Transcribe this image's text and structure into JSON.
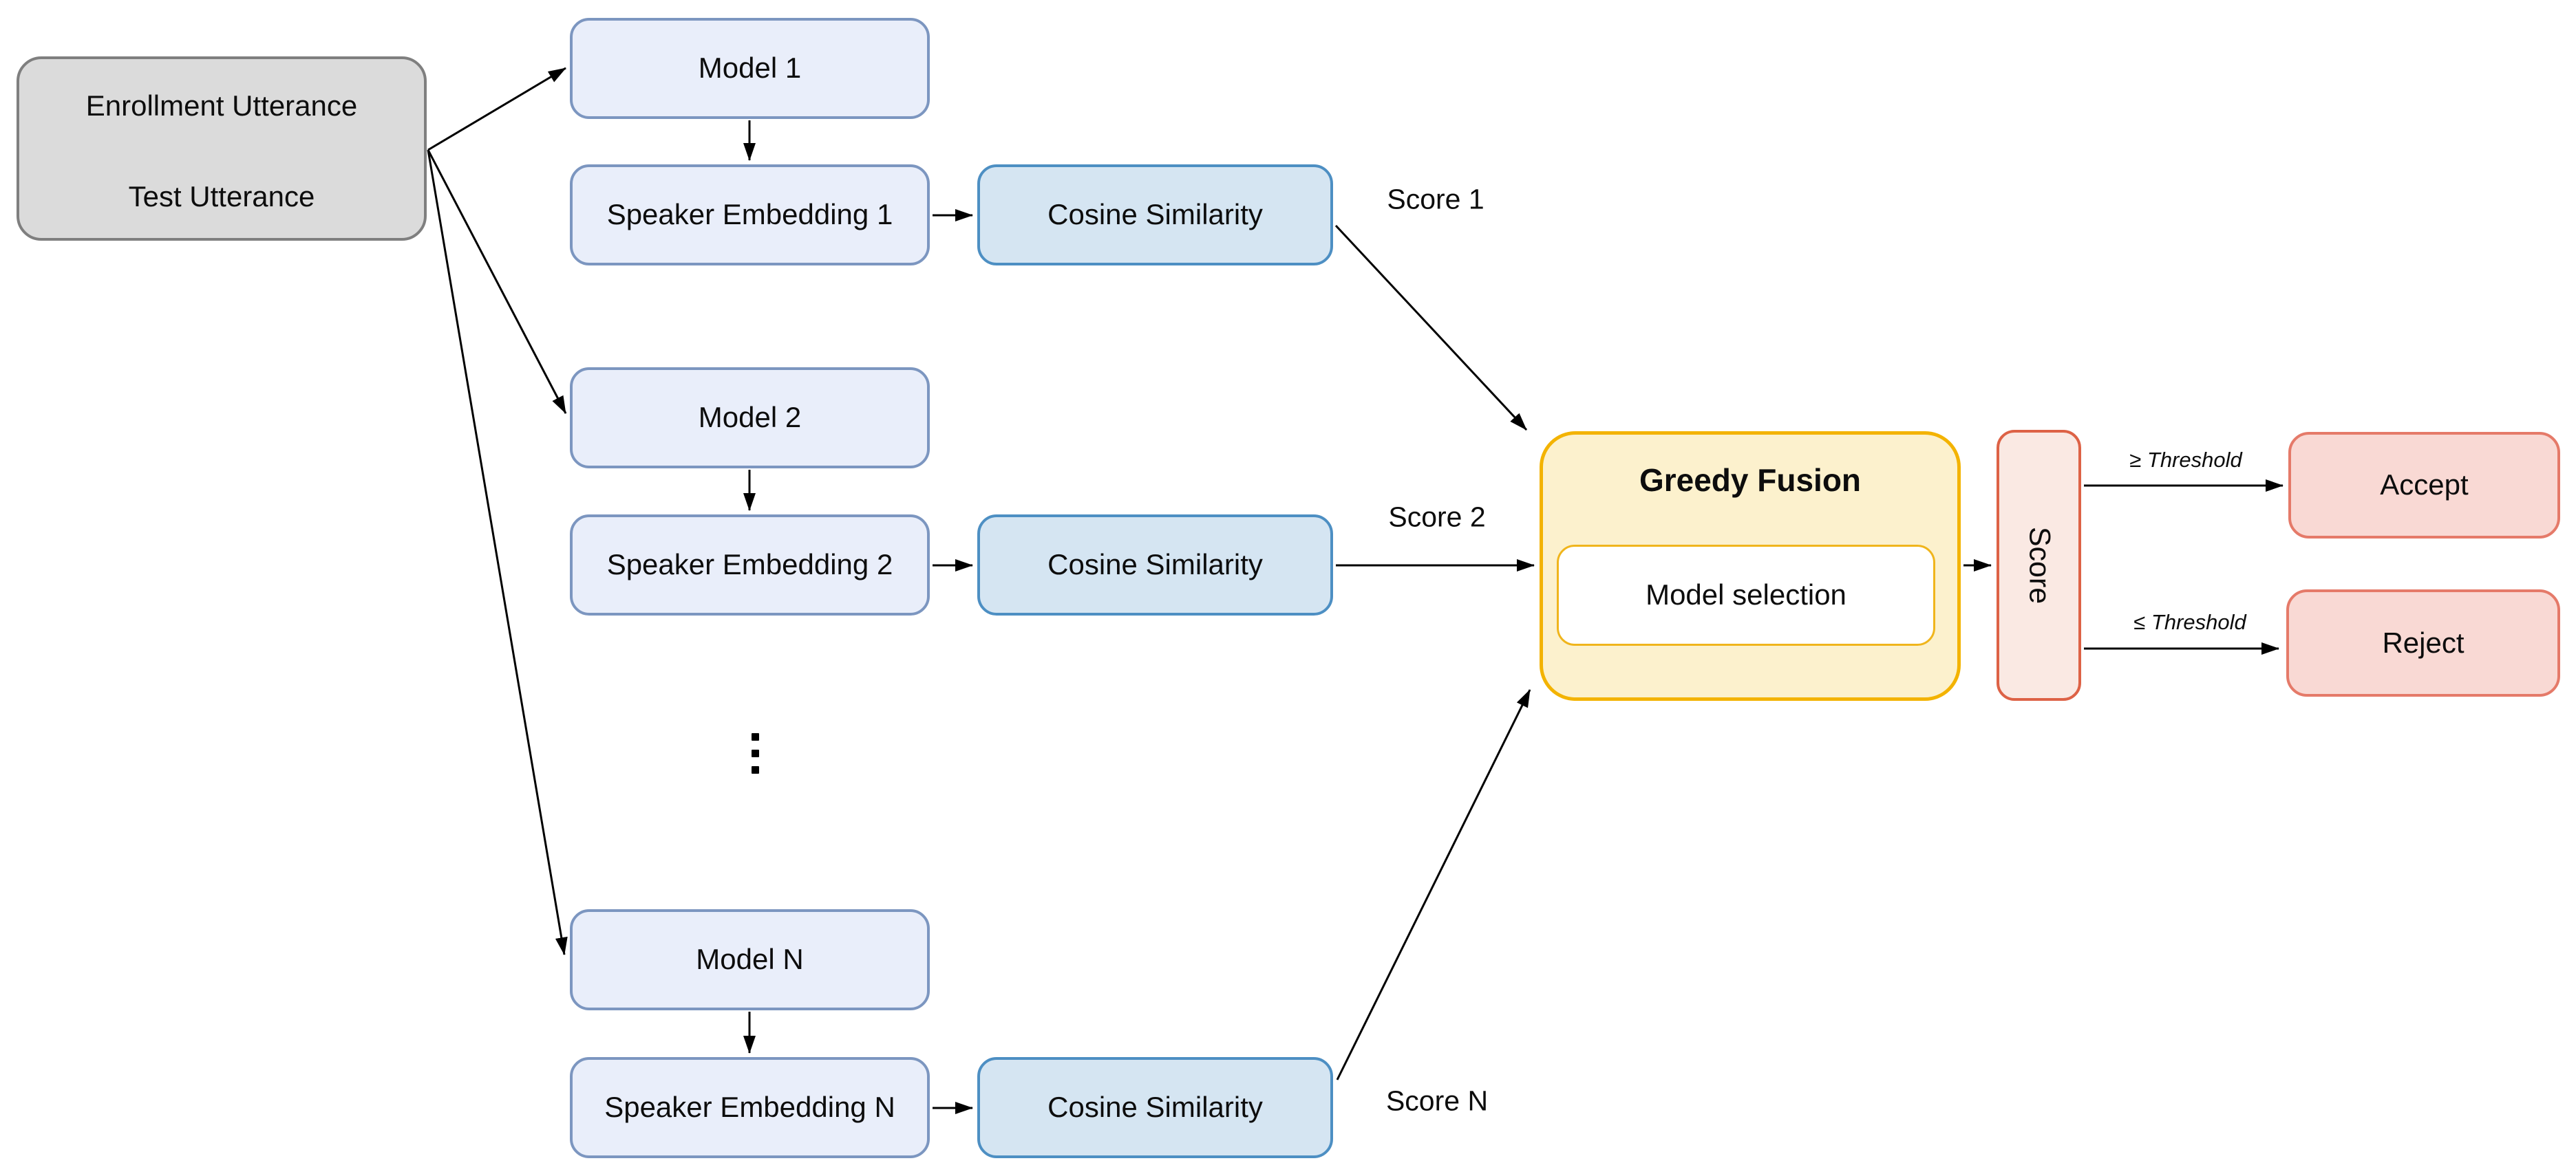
{
  "input_box": {
    "top_label": "Enrollment Utterance",
    "bottom_label": "Test Utterance"
  },
  "branches": [
    {
      "model_label": "Model 1",
      "embedding_label": "Speaker Embedding 1",
      "similarity_label": "Cosine Similarity",
      "score_label": "Score 1"
    },
    {
      "model_label": "Model 2",
      "embedding_label": "Speaker Embedding 2",
      "similarity_label": "Cosine Similarity",
      "score_label": "Score 2"
    },
    {
      "model_label": "Model N",
      "embedding_label": "Speaker Embedding N",
      "similarity_label": "Cosine Similarity",
      "score_label": "Score N"
    }
  ],
  "icons": {
    "ellipsis": "vertical-ellipsis-icon"
  },
  "fusion": {
    "title": "Greedy Fusion",
    "inner_label": "Model selection"
  },
  "score_node": {
    "label": "Score"
  },
  "thresholds": {
    "accept_condition": "≥ Threshold",
    "reject_condition": "≤ Threshold"
  },
  "decisions": {
    "accept_label": "Accept",
    "reject_label": "Reject"
  },
  "colors": {
    "input_fill": "#DBDBDB",
    "input_border": "#7F7F7F",
    "model_fill": "#E9EEFA",
    "model_border": "#7C96C0",
    "similarity_fill": "#D5E5F2",
    "similarity_border": "#4D8FC3",
    "fusion_fill": "#FCF1CD",
    "fusion_border": "#F3B300",
    "score_fill": "#FAE9E3",
    "score_border": "#DD6246",
    "decision_fill": "#F9D9D4",
    "decision_border": "#E57A69",
    "arrow": "#000000"
  }
}
